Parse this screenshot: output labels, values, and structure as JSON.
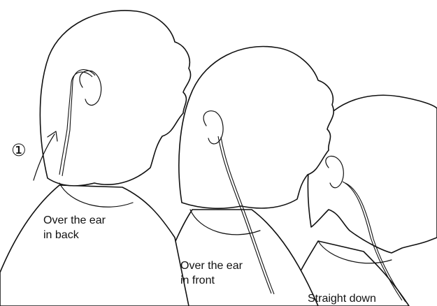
{
  "step_marker": "①",
  "captions": {
    "back": "Over the ear\nin back",
    "front": "Over the ear\nin front",
    "down": "Straight down"
  },
  "figures": [
    {
      "name": "over-ear-back",
      "icon": "head-profile-icon"
    },
    {
      "name": "over-ear-front",
      "icon": "head-profile-icon"
    },
    {
      "name": "straight-down",
      "icon": "head-profile-icon"
    }
  ]
}
